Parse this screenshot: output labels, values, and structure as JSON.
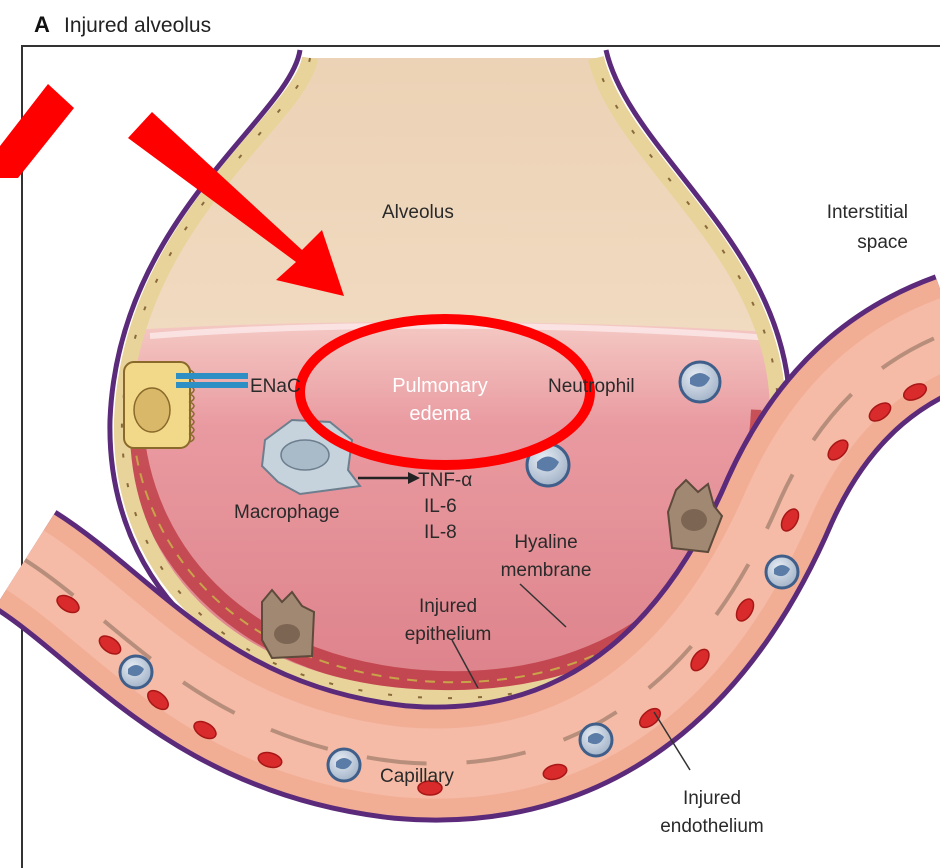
{
  "panel": {
    "letter": "A",
    "title": "Injured alveolus"
  },
  "labels": {
    "alveolus": "Alveolus",
    "interstitial_line1": "Interstitial",
    "interstitial_line2": "space",
    "enac": "ENaC",
    "pulmonary_line1": "Pulmonary",
    "pulmonary_line2": "edema",
    "neutrophil": "Neutrophil",
    "tnf": "TNF-α",
    "il6": "IL-6",
    "il8": "IL-8",
    "macrophage": "Macrophage",
    "hyaline_line1": "Hyaline",
    "hyaline_line2": "membrane",
    "inj_epi_line1": "Injured",
    "inj_epi_line2": "epithelium",
    "capillary": "Capillary",
    "inj_endo_line1": "Injured",
    "inj_endo_line2": "endothelium"
  },
  "colors": {
    "membrane_purple": "#5b2a7a",
    "alveolar_air": "#f2dcc0",
    "edema_fluid": "#e58f96",
    "vessel_wall": "#f2ad95",
    "rbc": "#d92b2b",
    "cell_brown": "#a08872",
    "annotation_red": "#ff0000"
  },
  "icons": [
    "arrow-annotation-icon",
    "ellipse-annotation-icon",
    "neutrophil-icon",
    "macrophage-icon"
  ]
}
